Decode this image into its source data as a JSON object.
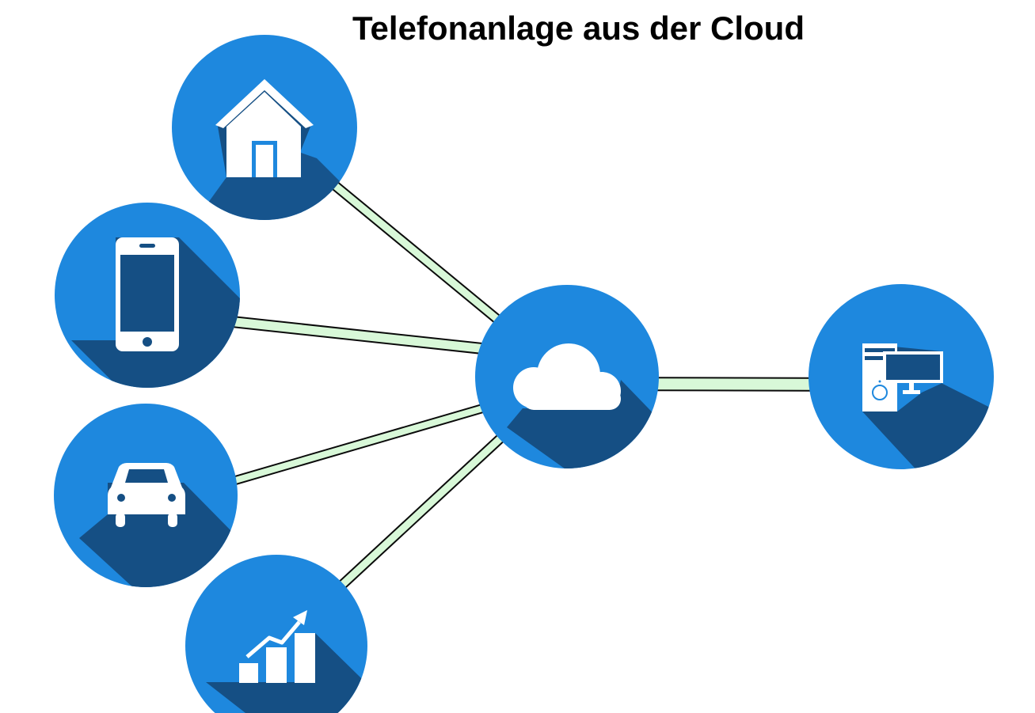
{
  "title": "Telefonanlage aus der Cloud",
  "colors": {
    "node_fill": "#1e88de",
    "shadow": "#154f84",
    "connector_fill": "#d8f8d8",
    "connector_stroke": "#0a0a0a",
    "icon": "#ffffff"
  },
  "hub": {
    "icon": "cloud-icon"
  },
  "nodes": [
    {
      "id": "home",
      "icon": "house-icon"
    },
    {
      "id": "mobile",
      "icon": "smartphone-icon"
    },
    {
      "id": "car",
      "icon": "car-icon"
    },
    {
      "id": "growth",
      "icon": "growth-chart-icon"
    },
    {
      "id": "computer",
      "icon": "desktop-computer-icon"
    }
  ]
}
